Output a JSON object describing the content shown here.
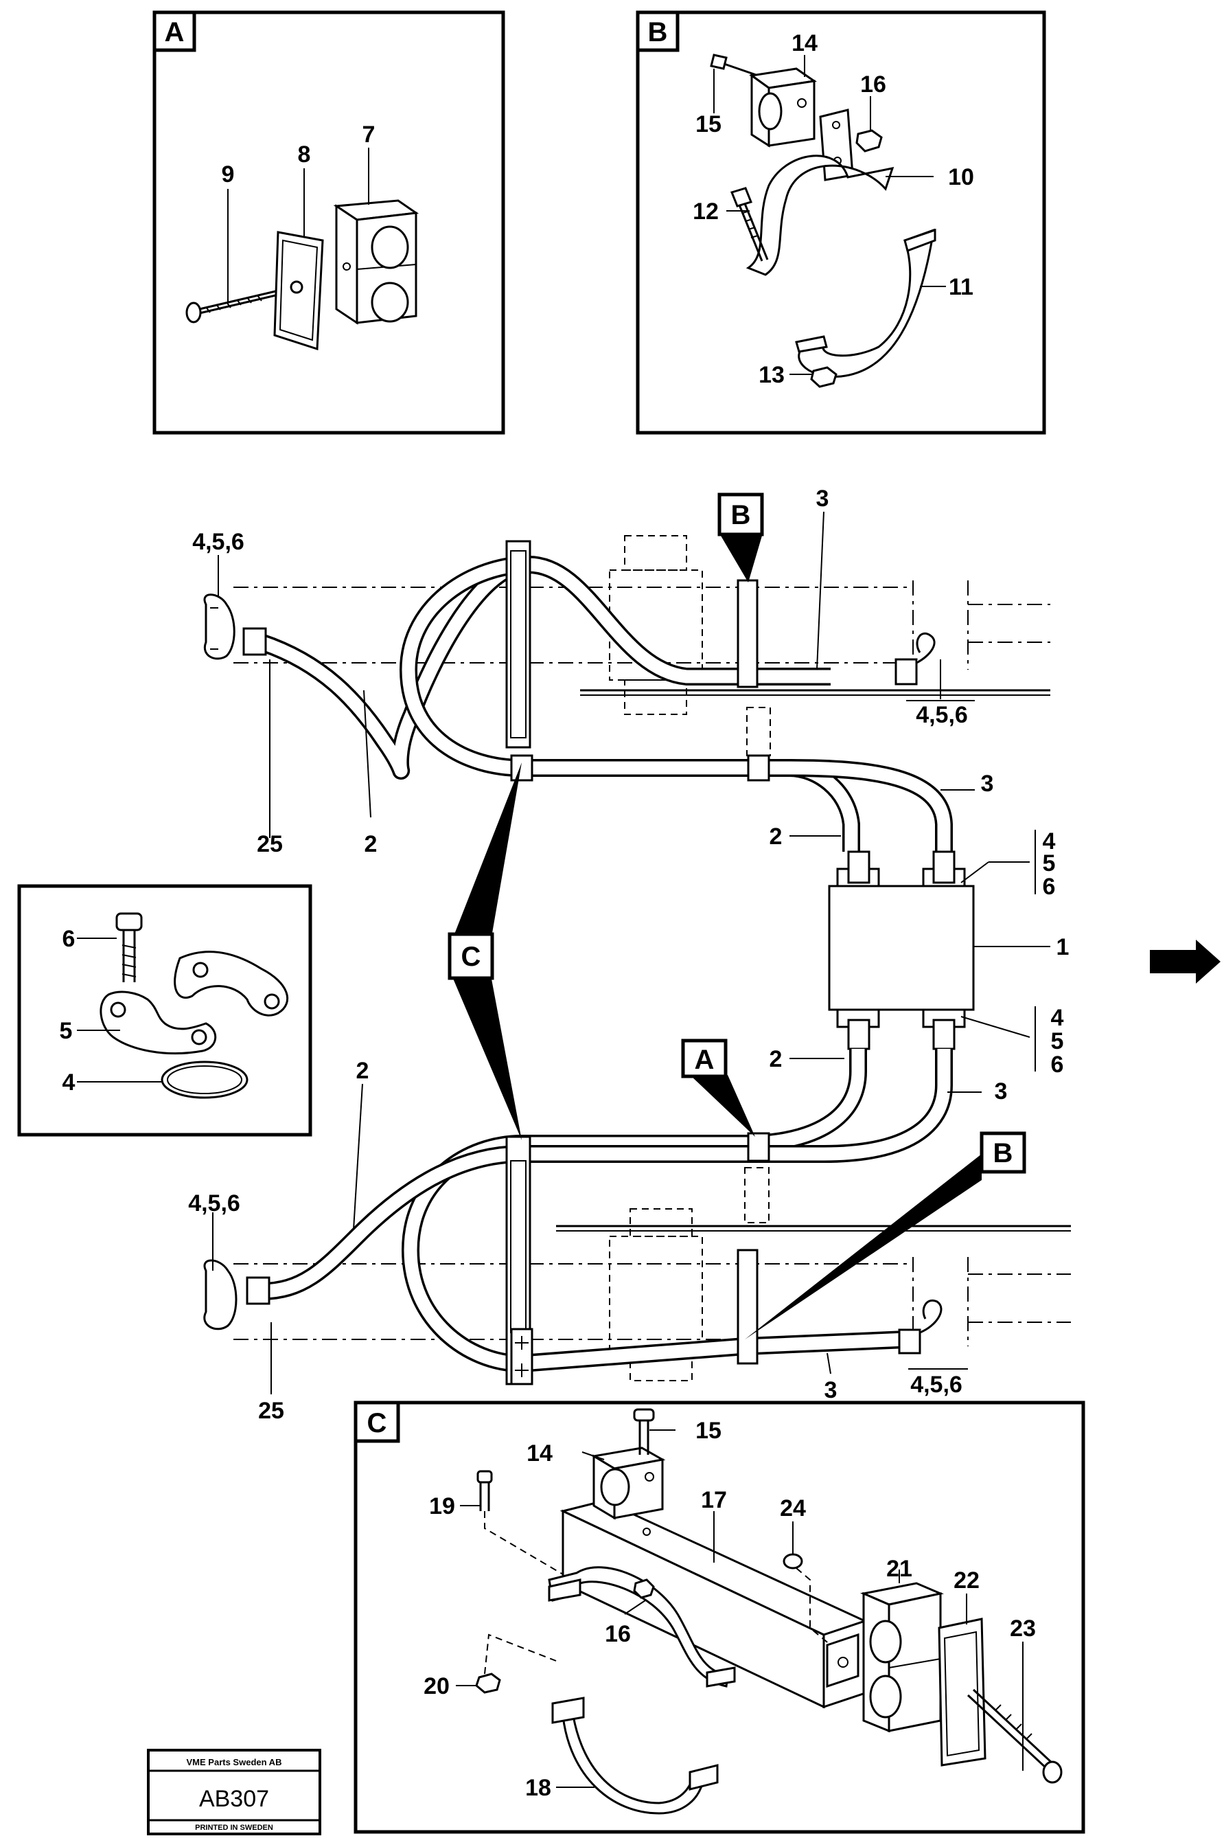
{
  "detail_boxes": {
    "A": {
      "letter": "A",
      "labels": [
        "9",
        "8",
        "7"
      ]
    },
    "B": {
      "letter": "B",
      "labels": [
        "14",
        "16",
        "15",
        "10",
        "12",
        "11",
        "13"
      ]
    },
    "C": {
      "letter": "C",
      "labels": [
        "14",
        "15",
        "19",
        "17",
        "24",
        "21",
        "22",
        "23",
        "16",
        "20",
        "18"
      ]
    },
    "flange": {
      "labels": [
        "6",
        "5",
        "4"
      ]
    }
  },
  "main_diagram": {
    "callouts": {
      "B_top": "B",
      "C": "C",
      "A": "A",
      "B_bottom": "B"
    },
    "labels": {
      "top_left_ref": "4,5,6",
      "top_right_ref": "4,5,6",
      "bottom_left_ref": "4,5,6",
      "bottom_right_ref": "4,5,6",
      "pipe3_top": "3",
      "pipe3_mid_top": "3",
      "pipe3_mid_bottom": "3",
      "pipe3_bottom": "3",
      "pipe2_top_left": "2",
      "pipe2_mid_top": "2",
      "pipe2_mid_bottom": "2",
      "pipe2_bottom_left": "2",
      "item25_top": "25",
      "item25_bottom": "25",
      "item1": "1",
      "stack_top": [
        "4",
        "5",
        "6"
      ],
      "stack_bottom": [
        "4",
        "5",
        "6"
      ]
    },
    "direction_arrow": "right-arrow"
  },
  "stamp": {
    "company": "VME Parts Sweden AB",
    "code": "AB307",
    "printed": "PRINTED IN SWEDEN"
  }
}
